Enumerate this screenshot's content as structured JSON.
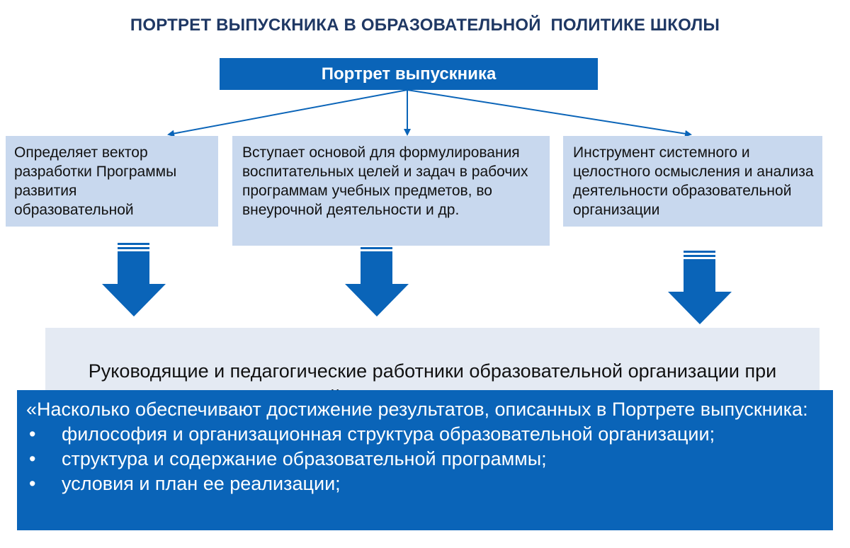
{
  "title": "ПОРТРЕТ ВЫПУСКНИКА В ОБРАЗОВАТЕЛЬНОЙ  ПОЛИТИКЕ ШКОЛЫ",
  "portrait": "Портрет выпускника",
  "cards": [
    "Определяет вектор разработки Программы развития образовательной",
    "Вступает основой для формулирования воспитательных целей и задач в рабочих программам учебных предметов, во внеурочной деятельности и др.",
    "Инструмент системного и целостного осмысления и анализа деятельности образовательной организации"
  ],
  "question": "Руководящие и педагогические работники образовательной организации при анализе своей деятельности отвечают на вопрос:",
  "answer": {
    "lead": "«Насколько обеспечивают достижение результатов, описанных в Портрете выпускника:",
    "bullet": "•",
    "items": [
      "философия и организационная структура образовательной организации;",
      "структура и содержание образовательной программы;",
      "условия и план ее реализации;"
    ]
  },
  "colors": {
    "title": "#1f3864",
    "primary_blue": "#0a64b8",
    "card_fill": "#c8d8ee",
    "question_fill": "#e4eaf3"
  }
}
